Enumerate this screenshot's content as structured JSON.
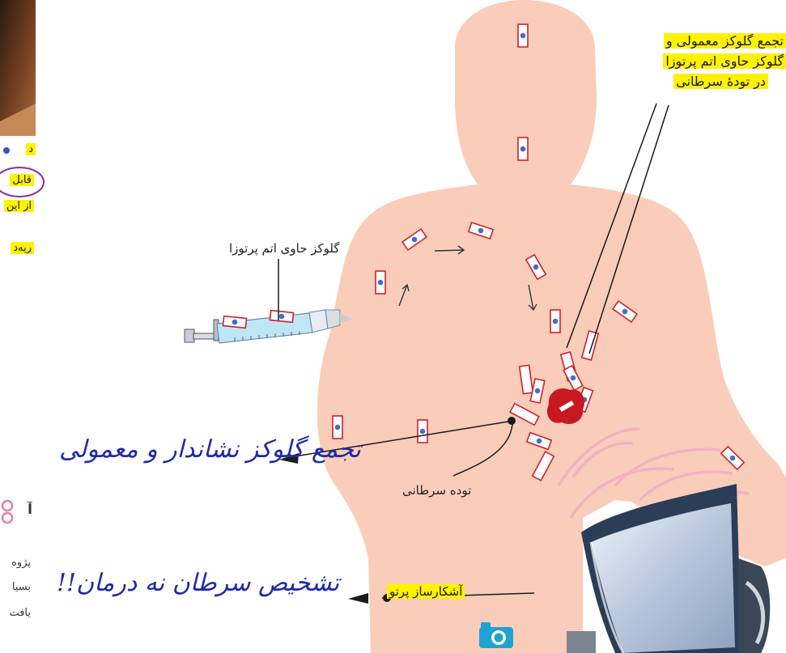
{
  "labels": {
    "accumulation_line1": "تجمع گلوکز معمولی و",
    "accumulation_line2": "گلوکز حاوی اتم پرتوزا",
    "accumulation_line3": "در تودهٔ سرطانی",
    "syringe": "گلوکز حاوی اتم پرتوزا",
    "tumor": "توده سرطانی",
    "detector": "آشکارساز پرتو"
  },
  "annotations": {
    "glucose_note": "تجمع گلوکز نشاندار و معمولی",
    "diagnosis_note": "تشخیص سرطان نه درمان!!"
  },
  "left_snippets": {
    "line1": "د",
    "line2": "قابل",
    "line3": "از این",
    "line4": "ریه‌د",
    "line5": "آ",
    "line6": "پژوه",
    "line7": "بسیا",
    "line8": "یافت"
  },
  "colors": {
    "body": "#f9cdb9",
    "molecule_outline": "#d0202a",
    "molecule_dot": "#3d6fd1",
    "highlight": "#fff200",
    "handwriting": "#1f2aa8",
    "tumor": "#c81820"
  },
  "icons": {
    "camera": "camera-icon"
  }
}
